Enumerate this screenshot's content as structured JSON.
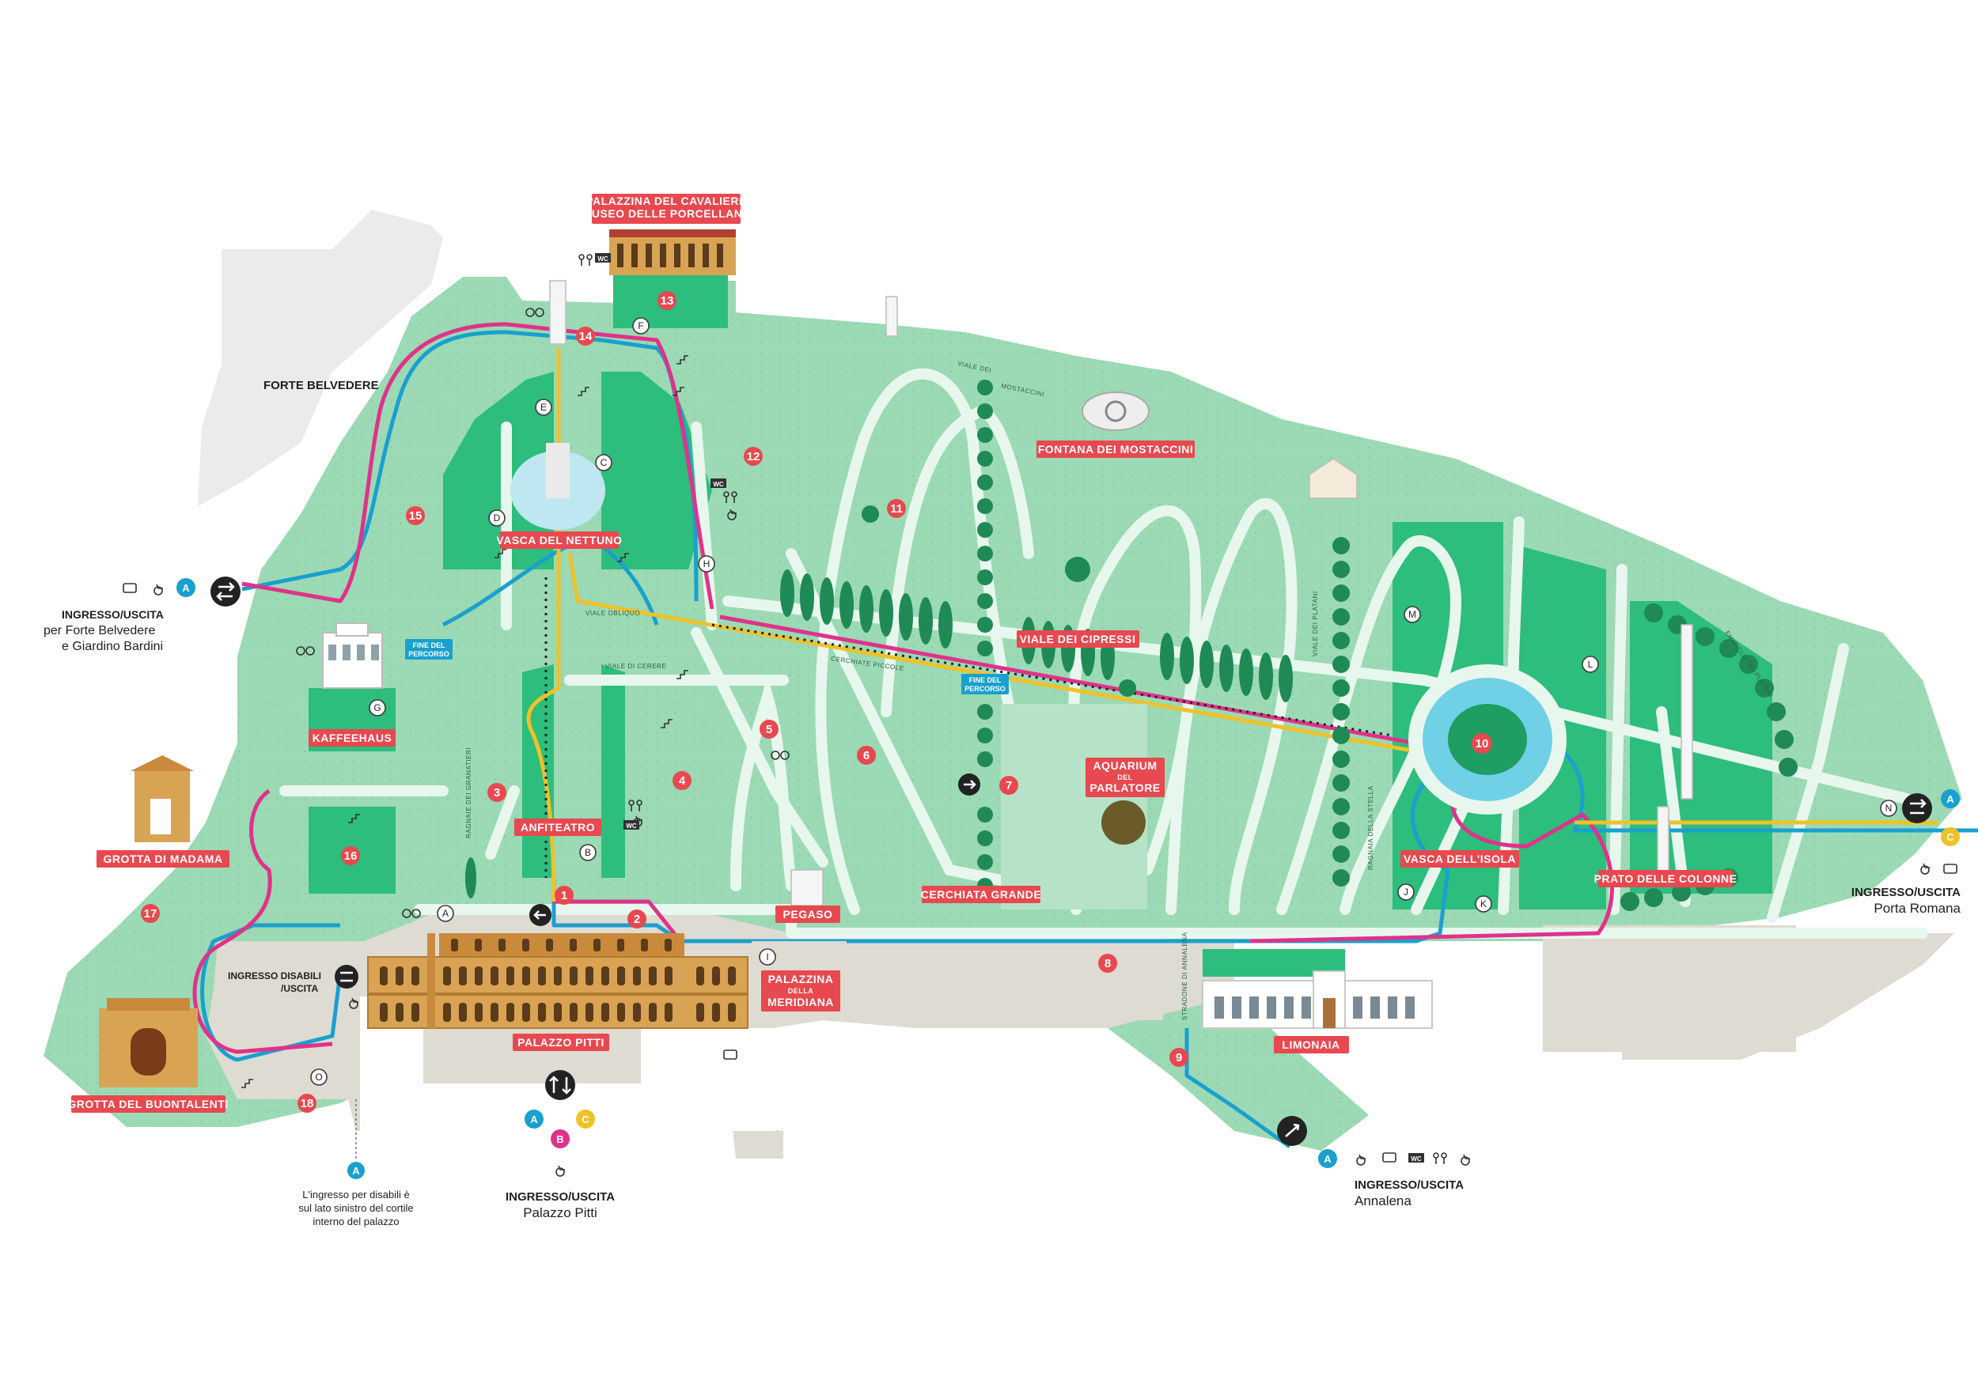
{
  "colors": {
    "park": "#8fd3ab",
    "lawn": "#2dbd7c",
    "path": "#e7f7ee",
    "courtyard": "#dedbd2",
    "route_blue": "#1aa0cf",
    "route_magenta": "#e0328a",
    "route_yellow": "#efc12a",
    "label_red": "#e8484f",
    "tree_dark": "#1f8a55"
  },
  "places": {
    "palazzina_cavaliere_1": "PALAZZINA DEL CAVALIERE",
    "palazzina_cavaliere_2": "MUSEO DELLE PORCELLANE",
    "forte_belvedere": "FORTE BELVEDERE",
    "fontana_mostaccini": "FONTANA DEI MOSTACCINI",
    "vasca_nettuno": "VASCA DEL NETTUNO",
    "viale_cipressi": "VIALE DEI CIPRESSI",
    "kaffeehaus": "KAFFEEHAUS",
    "aquarium_1": "AQUARIUM",
    "aquarium_2": "DEL",
    "aquarium_3": "PARLATORE",
    "anfiteatro": "ANFITEATRO",
    "grotta_madama": "GROTTA DI MADAMA",
    "pegaso": "PEGASO",
    "cerchiata_grande": "CERCHIATA GRANDE",
    "vasca_isola": "VASCA DELL'ISOLA",
    "prato_colonne": "PRATO DELLE COLONNE",
    "palazzina_meridiana_1": "PALAZZINA",
    "palazzina_meridiana_2": "DELLA",
    "palazzina_meridiana_3": "MERIDIANA",
    "palazzo_pitti": "PALAZZO PITTI",
    "limonaia": "LIMONAIA",
    "grotta_buontalenti": "GROTTA DEL BUONTALENTI"
  },
  "route_end": {
    "line1": "FINE DEL",
    "line2": "PERCORSO"
  },
  "streets": {
    "viale_obliquo": "VIALE OBLIQUO",
    "viale_cerere": "VIALE DI CERERE",
    "cerchiate_piccole": "CERCHIATE PICCOLE",
    "viale_mostaccini_1": "VIALE DEI",
    "viale_mostaccini_2": "MOSTACCINI",
    "viale_platani": "VIALE DEI PLATANI",
    "ragnaia_stella": "RAGNAIA DELLA STELLA",
    "emiciclo": "EMICICLO DEI PLATANI",
    "stradone_annalena": "STRADONE DI ANNALENA",
    "ragnaie_granatieri": "RAGNAIE DEI GRANATIERI"
  },
  "numbered_points": [
    "1",
    "2",
    "3",
    "4",
    "5",
    "6",
    "7",
    "8",
    "9",
    "10",
    "11",
    "12",
    "13",
    "14",
    "15",
    "16",
    "17",
    "18"
  ],
  "lettered_points": [
    "A",
    "B",
    "C",
    "D",
    "E",
    "F",
    "G",
    "H",
    "I",
    "J",
    "K",
    "L",
    "M",
    "N",
    "O"
  ],
  "entrances": {
    "belvedere": {
      "title": "INGRESSO/USCITA",
      "line1": "per Forte Belvedere",
      "line2": "e Giardino Bardini",
      "route": "A"
    },
    "pitti": {
      "title": "INGRESSO/USCITA",
      "subtitle": "Palazzo Pitti",
      "routes": [
        "A",
        "B",
        "C"
      ]
    },
    "annalena": {
      "title": "INGRESSO/USCITA",
      "subtitle": "Annalena",
      "route": "A"
    },
    "romana": {
      "title": "INGRESSO/USCITA",
      "subtitle": "Porta Romana",
      "routes": [
        "A",
        "C"
      ]
    },
    "disabled": {
      "line1": "INGRESSO DISABILI",
      "line2": "/USCITA"
    }
  },
  "notes": {
    "disabled_note_1": "L'ingresso per disabili è",
    "disabled_note_2": "sul lato sinistro del cortile",
    "disabled_note_3": "interno del palazzo",
    "disabled_route": "A"
  },
  "icons": {
    "ticket": "ticket-icon",
    "accessible": "wheelchair-icon",
    "wc": "wc-icon",
    "family": "family-icon",
    "stairs": "stairs-icon",
    "exit": "exit-arrows-icon",
    "binoculars": "binoculars-icon",
    "wc_label": "WC"
  }
}
